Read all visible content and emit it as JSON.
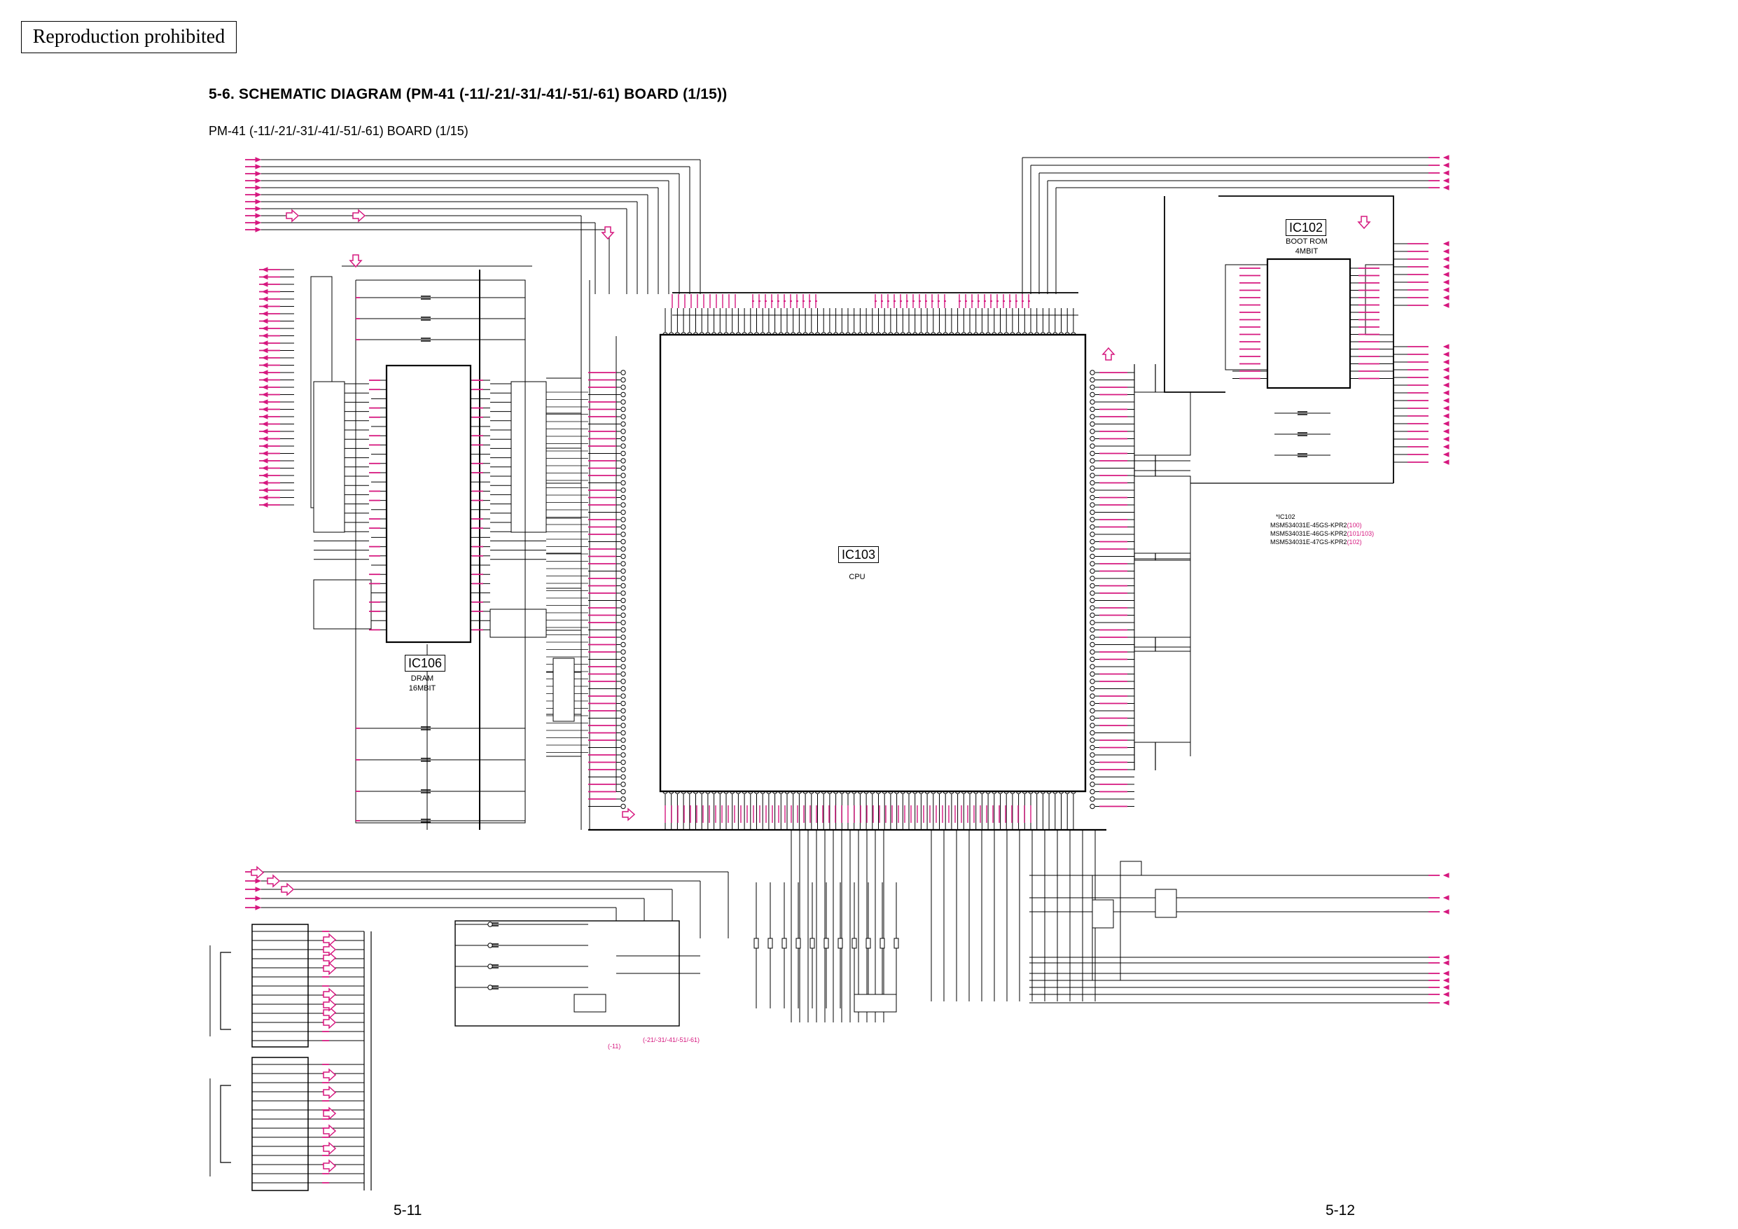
{
  "stamp": "Reproduction prohibited",
  "title": "5-6. SCHEMATIC DIAGRAM (PM-41 (-11/-21/-31/-41/-51/-61) BOARD (1/15))",
  "subtitle": "PM-41 (-11/-21/-31/-41/-51/-61) BOARD (1/15)",
  "pages": {
    "left": "5-11",
    "right": "5-12"
  },
  "ics": {
    "ic102": {
      "ref": "IC102",
      "desc1": "BOOT ROM",
      "desc2": "4MBIT"
    },
    "ic103": {
      "ref": "IC103",
      "desc1": "CPU"
    },
    "ic106": {
      "ref": "IC106",
      "desc1": "DRAM",
      "desc2": "16MBIT"
    }
  },
  "ic102_note": {
    "head": "*IC102",
    "lines": [
      {
        "part": "MSM534031E-45GS-KPR2",
        "variant": "(100)"
      },
      {
        "part": "MSM534031E-46GS-KPR2",
        "variant": "(101/103)"
      },
      {
        "part": "MSM534031E-47GS-KPR2",
        "variant": "(102)"
      }
    ]
  },
  "variant_labels": {
    "a": "(-11)",
    "b": "(-21/-31/-41/-51/-61)"
  },
  "colors": {
    "signal": "#d6187f",
    "wire": "#000000",
    "paper": "#ffffff"
  }
}
